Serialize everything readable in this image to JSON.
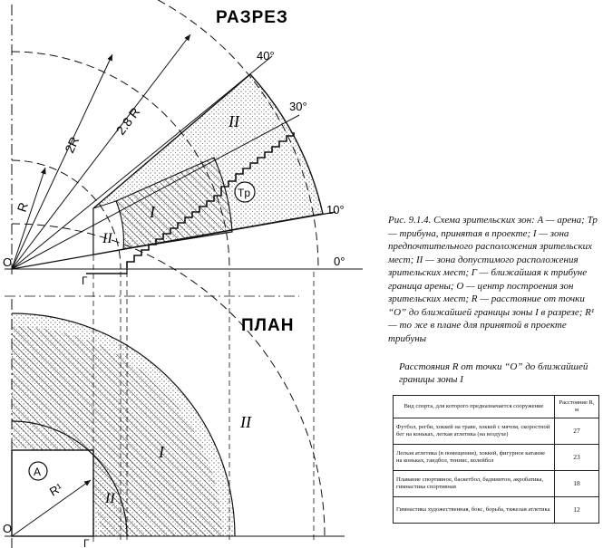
{
  "section_title": "РАЗРЕЗ",
  "plan_title": "ПЛАН",
  "angles": [
    "40°",
    "30°",
    "10°",
    "0°"
  ],
  "radii": [
    "R",
    "2R",
    "2.8 R",
    "R¹"
  ],
  "zones": {
    "zone1": "I",
    "zone2": "II",
    "tribune": "Tp",
    "arena": "A"
  },
  "points": {
    "center": "O",
    "boundary": "Г"
  },
  "caption": "Рис. 9.1.4. Схема зрительских зон: A — арена; Тр — трибуна, принятая в проекте; I — зона предпочтительного расположения зрительских мест; II — зона допустимого расположения зрительских мест; Г — ближайшая к трибуне граница арены; О — центр построения зон зрительских мест; R — расстояние от точки “О” до ближайшей границы зоны I в разрезе; R¹ — то же в плане для принятой в проекте трибуны",
  "subhead": "Расстояния R от точки “О” до ближайшей границы зоны I",
  "table": {
    "header_sport": "Вид спорта, для которого предназначается сооружение",
    "header_value": "Расстояние R, м",
    "rows": [
      {
        "sport": "Футбол, регби, хоккей на траве, хоккей с мячом, скоростной бег на коньках, легкая атлетика (на воздухе)",
        "value": "27"
      },
      {
        "sport": "Легкая атлетика (в помещении), хоккей, фигурное катание на коньках, гандбол, теннис, волейбол",
        "value": "23"
      },
      {
        "sport": "Плавание спортивное, баскетбол, бадминтон, акробатика, гимнастика спортивная",
        "value": "18"
      },
      {
        "sport": "Гимнастика художественная, бокс, борьба, тяжелая атлетика",
        "value": "12"
      }
    ]
  }
}
